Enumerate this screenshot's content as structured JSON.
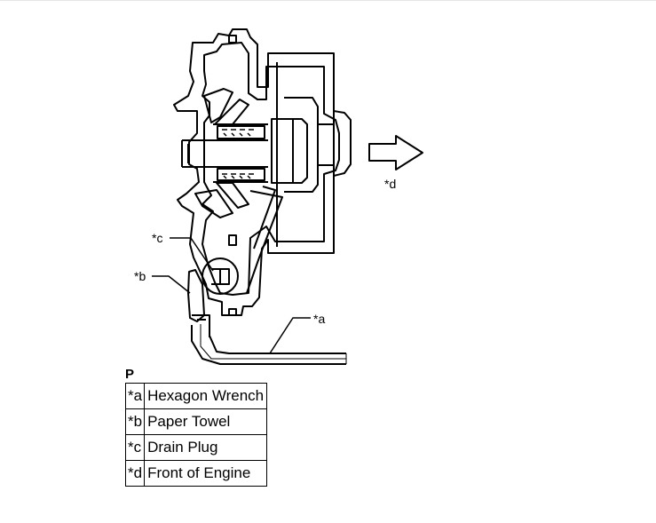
{
  "diagram": {
    "callouts": [
      "*a",
      "*b",
      "*c",
      "*d"
    ]
  },
  "caption": "P",
  "legend": [
    {
      "key": "*a",
      "label": "Hexagon Wrench"
    },
    {
      "key": "*b",
      "label": "Paper Towel"
    },
    {
      "key": "*c",
      "label": "Drain Plug"
    },
    {
      "key": "*d",
      "label": "Front of Engine"
    }
  ]
}
